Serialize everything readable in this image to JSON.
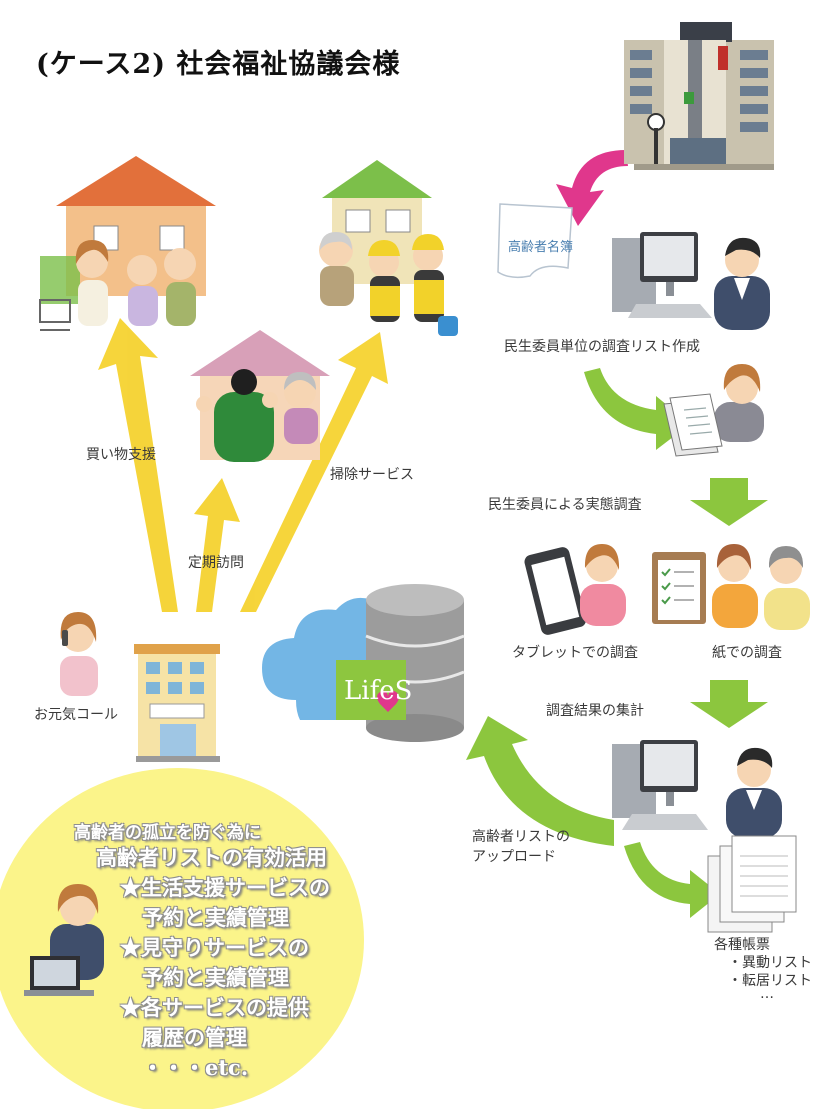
{
  "title": "(ケース2) 社会福祉協議会様",
  "left": {
    "shopping_label": "買い物支援",
    "visit_label": "定期訪問",
    "cleaning_label": "掃除サービス",
    "call_label": "お元気コール",
    "center_sign": "",
    "lifes_logo": "LifeS"
  },
  "workflow": {
    "doc_label": "高齢者名簿",
    "step1": "民生委員単位の調査リスト作成",
    "step2": "民生委員による実態調査",
    "tablet_label": "タブレットでの調査",
    "paper_label": "紙での調査",
    "step3": "調査結果の集計",
    "upload_line1": "高齢者リストの",
    "upload_line2": "アップロード",
    "forms_title": "各種帳票",
    "forms_item1": "・異動リスト",
    "forms_item2": "・転居リスト",
    "forms_more": "…"
  },
  "circle": {
    "line1": "高齢者の孤立を防ぐ為に",
    "line2": "高齢者リストの有効活用",
    "line3": "★生活支援サービスの",
    "line4": "予約と実績管理",
    "line5": "★見守りサービスの",
    "line6": "予約と実績管理",
    "line7": "★各サービスの提供",
    "line8": "履歴の管理",
    "line9": "・・・etc."
  },
  "colors": {
    "yellow_arrow": "#f5d12a",
    "green_arrow": "#8cc63e",
    "magenta_arrow": "#e0378c",
    "circle_fill": "#fbf48a",
    "cloud": "#5aa9e0"
  }
}
